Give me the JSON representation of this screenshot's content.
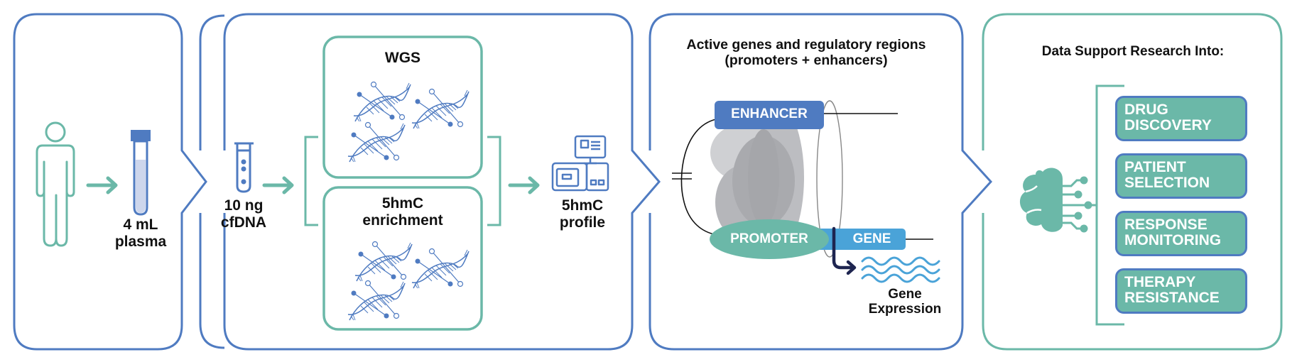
{
  "colors": {
    "panel_blue": "#4f7bc1",
    "teal": "#6bb8a8",
    "gene_blue": "#4aa3d8",
    "enhancer_blue": "#4f7bc1",
    "dark_navy": "#1e2550",
    "tube_fill": "#cdd6ec",
    "gray_light": "#cfd0d3",
    "gray_mid": "#bcbdc1",
    "gray_dark": "#a9aaae"
  },
  "step1": {
    "person_icon": "person-outline-icon",
    "tube_icon": "blood-tube-icon",
    "label": [
      "4 mL",
      "plasma"
    ]
  },
  "step2": {
    "tube_icon": "test-tube-icon",
    "input_label": [
      "10 ng",
      "cfDNA"
    ],
    "wgs": {
      "title": "WGS",
      "icon": "dna-helix-icon"
    },
    "enrichment": {
      "title": [
        "5hmC",
        "enrichment"
      ],
      "icon": "dna-helix-icon"
    },
    "instrument_icon": "sequencer-icon",
    "output_label": [
      "5hmC",
      "profile"
    ]
  },
  "step3": {
    "title": [
      "Active genes and regulatory regions",
      "(promoters + enhancers)"
    ],
    "enhancer": "ENHANCER",
    "promoter": "PROMOTER",
    "gene": "GENE",
    "expression_label": [
      "Gene",
      "Expression"
    ]
  },
  "step4": {
    "title": "Data Support Research Into:",
    "brain_icon": "ai-brain-circuit-icon",
    "outcomes": [
      [
        "DRUG",
        "DISCOVERY"
      ],
      [
        "PATIENT",
        "SELECTION"
      ],
      [
        "RESPONSE",
        "MONITORING"
      ],
      [
        "THERAPY",
        "RESISTANCE"
      ]
    ]
  }
}
